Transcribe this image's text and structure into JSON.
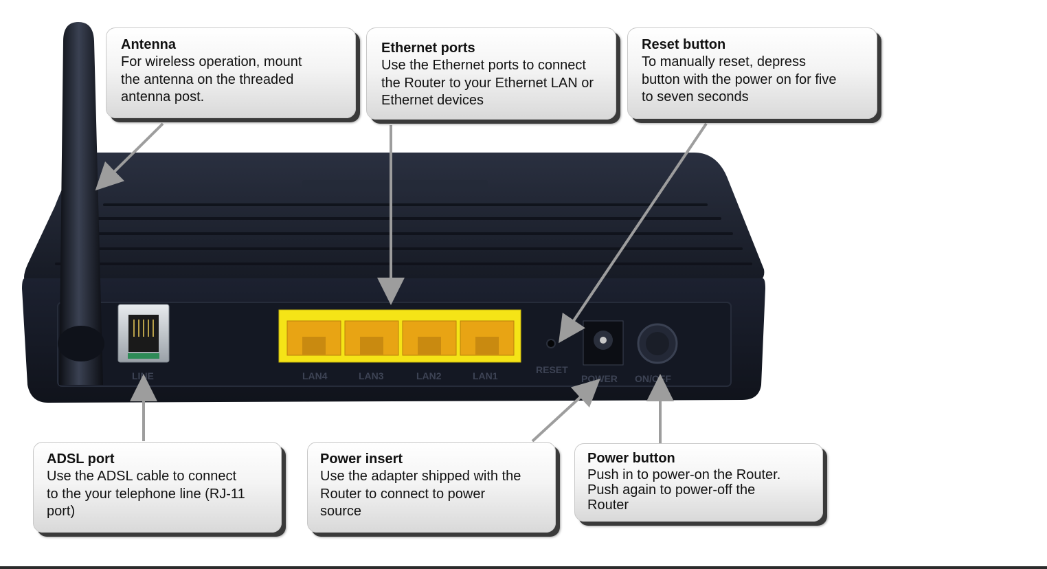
{
  "callouts": {
    "antenna": {
      "title": "Antenna",
      "text": "For wireless operation, mount\nthe antenna on the threaded\nantenna post."
    },
    "ethernet": {
      "title": "Ethernet ports",
      "text": "Use the Ethernet ports to connect\nthe Router to your Ethernet LAN or\nEthernet devices"
    },
    "reset": {
      "title": "Reset button",
      "text": "To manually reset, depress\nbutton with the power on for five\nto seven seconds"
    },
    "adsl": {
      "title": "ADSL port",
      "text": "Use the ADSL cable to connect\nto the your telephone line (RJ-11\nport)"
    },
    "power_insert": {
      "title": "Power insert",
      "text": "Use the adapter shipped with the\nRouter to connect to power\nsource"
    },
    "power_button": {
      "title": "Power button",
      "text": "Push in to power-on the Router.\nPush again to power-off the\nRouter"
    }
  },
  "router": {
    "port_labels": {
      "line": "LINE",
      "lan4": "LAN4",
      "lan3": "LAN3",
      "lan2": "LAN2",
      "lan1": "LAN1",
      "reset": "RESET",
      "power": "POWER",
      "on_off": "ON/OFF"
    },
    "body_color": "#1b1f2b",
    "port_block_color": "#f5e417"
  }
}
